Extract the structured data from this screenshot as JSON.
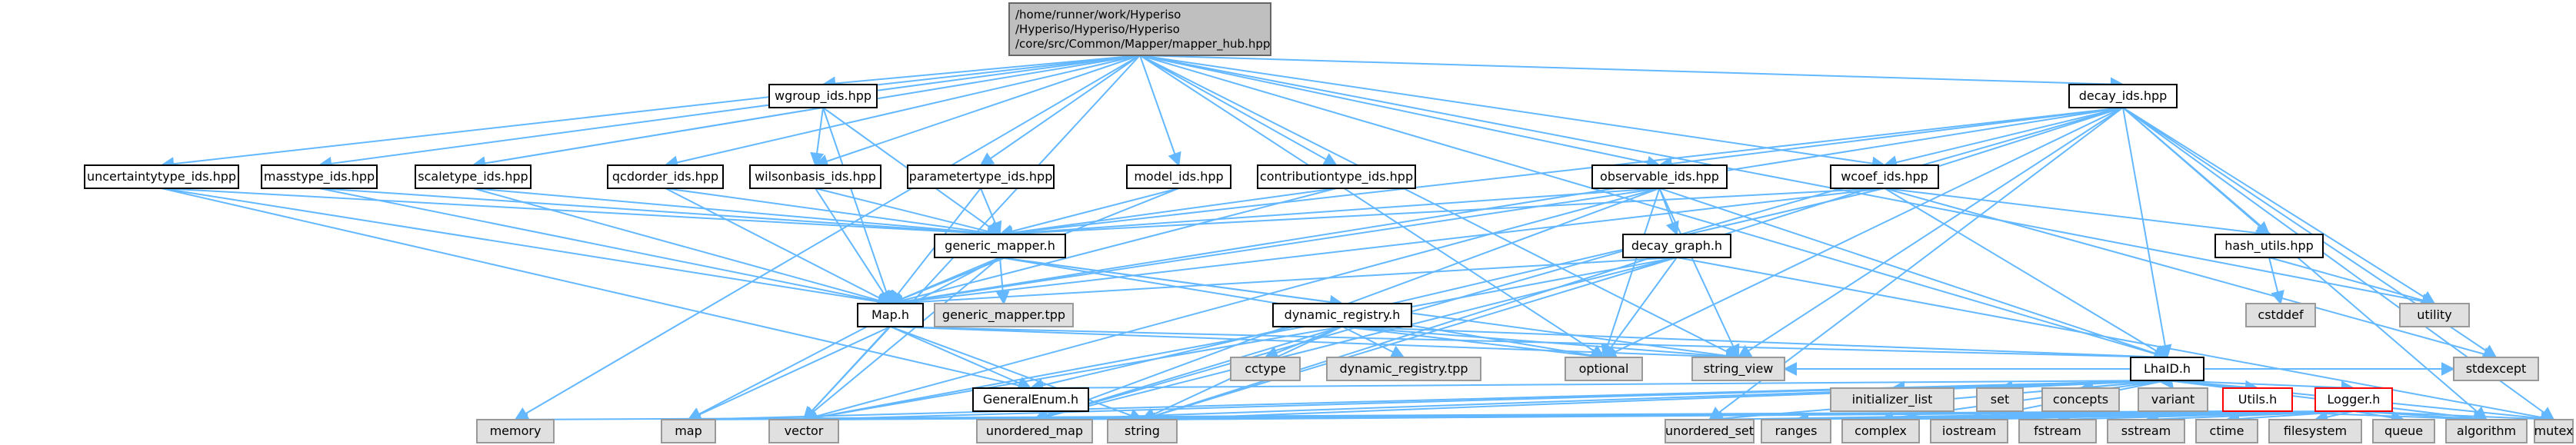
{
  "diagram": {
    "colors": {
      "edge": "#63b8ff",
      "root_fill": "#bfbfbf",
      "root_border": "#666666",
      "node_fill": "#ffffff",
      "node_border": "#000000",
      "system_fill": "#e0e0e0",
      "system_border": "#999999",
      "truncated_border": "#ff0000"
    },
    "nodes": [
      {
        "id": "mapper_hub",
        "kind": "root",
        "lines": [
          "/home/runner/work/Hyperiso",
          "/Hyperiso/Hyperiso/Hyperiso",
          "/core/src/Common/Mapper/mapper_hub.hpp"
        ]
      },
      {
        "id": "wgroup_ids",
        "kind": "file",
        "lines": [
          "wgroup_ids.hpp"
        ]
      },
      {
        "id": "decay_ids",
        "kind": "file",
        "lines": [
          "decay_ids.hpp"
        ]
      },
      {
        "id": "uncertaintytype_ids",
        "kind": "file",
        "lines": [
          "uncertaintytype_ids.hpp"
        ]
      },
      {
        "id": "masstype_ids",
        "kind": "file",
        "lines": [
          "masstype_ids.hpp"
        ]
      },
      {
        "id": "scaletype_ids",
        "kind": "file",
        "lines": [
          "scaletype_ids.hpp"
        ]
      },
      {
        "id": "qcdorder_ids",
        "kind": "file",
        "lines": [
          "qcdorder_ids.hpp"
        ]
      },
      {
        "id": "wilsonbasis_ids",
        "kind": "file",
        "lines": [
          "wilsonbasis_ids.hpp"
        ]
      },
      {
        "id": "parametertype_ids",
        "kind": "file",
        "lines": [
          "parametertype_ids.hpp"
        ]
      },
      {
        "id": "model_ids",
        "kind": "file",
        "lines": [
          "model_ids.hpp"
        ]
      },
      {
        "id": "contributiontype_ids",
        "kind": "file",
        "lines": [
          "contributiontype_ids.hpp"
        ]
      },
      {
        "id": "observable_ids",
        "kind": "file",
        "lines": [
          "observable_ids.hpp"
        ]
      },
      {
        "id": "wcoef_ids",
        "kind": "file",
        "lines": [
          "wcoef_ids.hpp"
        ]
      },
      {
        "id": "generic_mapper",
        "kind": "file",
        "lines": [
          "generic_mapper.h"
        ]
      },
      {
        "id": "decay_graph",
        "kind": "file",
        "lines": [
          "decay_graph.h"
        ]
      },
      {
        "id": "hash_utils",
        "kind": "file",
        "lines": [
          "hash_utils.hpp"
        ]
      },
      {
        "id": "Map",
        "kind": "file",
        "lines": [
          "Map.h"
        ]
      },
      {
        "id": "generic_mapper_tpp",
        "kind": "system",
        "lines": [
          "generic_mapper.tpp"
        ]
      },
      {
        "id": "dynamic_registry",
        "kind": "file",
        "lines": [
          "dynamic_registry.h"
        ]
      },
      {
        "id": "cstddef",
        "kind": "system",
        "lines": [
          "cstddef"
        ]
      },
      {
        "id": "utility",
        "kind": "system",
        "lines": [
          "utility"
        ]
      },
      {
        "id": "optional",
        "kind": "system",
        "lines": [
          "optional"
        ]
      },
      {
        "id": "string_view",
        "kind": "system",
        "lines": [
          "string_view"
        ]
      },
      {
        "id": "LhaID",
        "kind": "file",
        "lines": [
          "LhaID.h"
        ]
      },
      {
        "id": "cctype",
        "kind": "system",
        "lines": [
          "cctype"
        ]
      },
      {
        "id": "dynamic_registry_tpp",
        "kind": "system",
        "lines": [
          "dynamic_registry.tpp"
        ]
      },
      {
        "id": "GeneralEnum",
        "kind": "file",
        "lines": [
          "GeneralEnum.h"
        ]
      },
      {
        "id": "initializer_list",
        "kind": "system",
        "lines": [
          "initializer_list"
        ]
      },
      {
        "id": "set",
        "kind": "system",
        "lines": [
          "set"
        ]
      },
      {
        "id": "concepts",
        "kind": "system",
        "lines": [
          "concepts"
        ]
      },
      {
        "id": "variant",
        "kind": "system",
        "lines": [
          "variant"
        ]
      },
      {
        "id": "Utils",
        "kind": "truncated",
        "lines": [
          "Utils.h"
        ]
      },
      {
        "id": "Logger",
        "kind": "truncated",
        "lines": [
          "Logger.h"
        ]
      },
      {
        "id": "stdexcept",
        "kind": "system",
        "lines": [
          "stdexcept"
        ]
      },
      {
        "id": "memory",
        "kind": "system",
        "lines": [
          "memory"
        ]
      },
      {
        "id": "map",
        "kind": "system",
        "lines": [
          "map"
        ]
      },
      {
        "id": "vector",
        "kind": "system",
        "lines": [
          "vector"
        ]
      },
      {
        "id": "unordered_map",
        "kind": "system",
        "lines": [
          "unordered_map"
        ]
      },
      {
        "id": "string",
        "kind": "system",
        "lines": [
          "string"
        ]
      },
      {
        "id": "ranges",
        "kind": "system",
        "lines": [
          "ranges"
        ]
      },
      {
        "id": "complex",
        "kind": "system",
        "lines": [
          "complex"
        ]
      },
      {
        "id": "iostream",
        "kind": "system",
        "lines": [
          "iostream"
        ]
      },
      {
        "id": "fstream",
        "kind": "system",
        "lines": [
          "fstream"
        ]
      },
      {
        "id": "sstream",
        "kind": "system",
        "lines": [
          "sstream"
        ]
      },
      {
        "id": "ctime",
        "kind": "system",
        "lines": [
          "ctime"
        ]
      },
      {
        "id": "filesystem",
        "kind": "system",
        "lines": [
          "filesystem"
        ]
      },
      {
        "id": "queue",
        "kind": "system",
        "lines": [
          "queue"
        ]
      },
      {
        "id": "algorithm",
        "kind": "system",
        "lines": [
          "algorithm"
        ]
      },
      {
        "id": "unordered_set",
        "kind": "system",
        "lines": [
          "unordered_set"
        ]
      },
      {
        "id": "mutex",
        "kind": "system",
        "lines": [
          "mutex"
        ]
      }
    ],
    "edges": [
      [
        "mapper_hub",
        "wgroup_ids"
      ],
      [
        "mapper_hub",
        "decay_ids"
      ],
      [
        "mapper_hub",
        "uncertaintytype_ids"
      ],
      [
        "mapper_hub",
        "masstype_ids"
      ],
      [
        "mapper_hub",
        "scaletype_ids"
      ],
      [
        "mapper_hub",
        "qcdorder_ids"
      ],
      [
        "mapper_hub",
        "wilsonbasis_ids"
      ],
      [
        "mapper_hub",
        "parametertype_ids"
      ],
      [
        "mapper_hub",
        "model_ids"
      ],
      [
        "mapper_hub",
        "contributiontype_ids"
      ],
      [
        "mapper_hub",
        "observable_ids"
      ],
      [
        "mapper_hub",
        "wcoef_ids"
      ],
      [
        "mapper_hub",
        "memory"
      ],
      [
        "mapper_hub",
        "vector"
      ],
      [
        "mapper_hub",
        "optional"
      ],
      [
        "mapper_hub",
        "utility"
      ],
      [
        "mapper_hub",
        "string_view"
      ],
      [
        "mapper_hub",
        "LhaID"
      ],
      [
        "wgroup_ids",
        "scaletype_ids"
      ],
      [
        "wgroup_ids",
        "wilsonbasis_ids"
      ],
      [
        "wgroup_ids",
        "generic_mapper"
      ],
      [
        "wgroup_ids",
        "Map"
      ],
      [
        "uncertaintytype_ids",
        "generic_mapper"
      ],
      [
        "uncertaintytype_ids",
        "Map"
      ],
      [
        "uncertaintytype_ids",
        "GeneralEnum"
      ],
      [
        "masstype_ids",
        "generic_mapper"
      ],
      [
        "masstype_ids",
        "Map"
      ],
      [
        "scaletype_ids",
        "generic_mapper"
      ],
      [
        "scaletype_ids",
        "Map"
      ],
      [
        "qcdorder_ids",
        "generic_mapper"
      ],
      [
        "qcdorder_ids",
        "Map"
      ],
      [
        "wilsonbasis_ids",
        "generic_mapper"
      ],
      [
        "wilsonbasis_ids",
        "Map"
      ],
      [
        "parametertype_ids",
        "generic_mapper"
      ],
      [
        "parametertype_ids",
        "Map"
      ],
      [
        "model_ids",
        "generic_mapper"
      ],
      [
        "model_ids",
        "Map"
      ],
      [
        "contributiontype_ids",
        "generic_mapper"
      ],
      [
        "contributiontype_ids",
        "Map"
      ],
      [
        "observable_ids",
        "generic_mapper"
      ],
      [
        "observable_ids",
        "Map"
      ],
      [
        "observable_ids",
        "decay_graph"
      ],
      [
        "observable_ids",
        "optional"
      ],
      [
        "observable_ids",
        "string_view"
      ],
      [
        "observable_ids",
        "LhaID"
      ],
      [
        "observable_ids",
        "vector"
      ],
      [
        "observable_ids",
        "unordered_map"
      ],
      [
        "wcoef_ids",
        "generic_mapper"
      ],
      [
        "wcoef_ids",
        "Map"
      ],
      [
        "wcoef_ids",
        "hash_utils"
      ],
      [
        "wcoef_ids",
        "LhaID"
      ],
      [
        "wcoef_ids",
        "stdexcept"
      ],
      [
        "wcoef_ids",
        "GeneralEnum"
      ],
      [
        "decay_ids",
        "generic_mapper"
      ],
      [
        "decay_ids",
        "Map"
      ],
      [
        "decay_ids",
        "observable_ids"
      ],
      [
        "decay_ids",
        "wcoef_ids"
      ],
      [
        "decay_ids",
        "hash_utils"
      ],
      [
        "decay_ids",
        "utility"
      ],
      [
        "decay_ids",
        "optional"
      ],
      [
        "decay_ids",
        "string_view"
      ],
      [
        "decay_ids",
        "LhaID"
      ],
      [
        "decay_ids",
        "stdexcept"
      ],
      [
        "decay_ids",
        "algorithm"
      ],
      [
        "decay_ids",
        "unordered_set"
      ],
      [
        "decay_ids",
        "mutex"
      ],
      [
        "decay_ids",
        "string"
      ],
      [
        "decay_ids",
        "unordered_map"
      ],
      [
        "generic_mapper",
        "Map"
      ],
      [
        "generic_mapper",
        "generic_mapper_tpp"
      ],
      [
        "generic_mapper",
        "dynamic_registry"
      ],
      [
        "generic_mapper",
        "optional"
      ],
      [
        "generic_mapper",
        "string_view"
      ],
      [
        "generic_mapper",
        "vector"
      ],
      [
        "generic_mapper",
        "map"
      ],
      [
        "decay_graph",
        "Map"
      ],
      [
        "decay_graph",
        "optional"
      ],
      [
        "decay_graph",
        "unordered_map"
      ],
      [
        "decay_graph",
        "string"
      ],
      [
        "decay_graph",
        "vector"
      ],
      [
        "decay_graph",
        "mutex"
      ],
      [
        "hash_utils",
        "cstddef"
      ],
      [
        "hash_utils",
        "utility"
      ],
      [
        "Map",
        "GeneralEnum"
      ],
      [
        "Map",
        "LhaID"
      ],
      [
        "Map",
        "map"
      ],
      [
        "Map",
        "vector"
      ],
      [
        "Map",
        "string"
      ],
      [
        "Map",
        "string_view"
      ],
      [
        "dynamic_registry",
        "cctype"
      ],
      [
        "dynamic_registry",
        "dynamic_registry_tpp"
      ],
      [
        "dynamic_registry",
        "optional"
      ],
      [
        "dynamic_registry",
        "string_view"
      ],
      [
        "dynamic_registry",
        "vector"
      ],
      [
        "dynamic_registry",
        "string"
      ],
      [
        "dynamic_registry",
        "unordered_map"
      ],
      [
        "dynamic_registry",
        "LhaID"
      ],
      [
        "LhaID",
        "GeneralEnum"
      ],
      [
        "LhaID",
        "initializer_list"
      ],
      [
        "LhaID",
        "set"
      ],
      [
        "LhaID",
        "concepts"
      ],
      [
        "LhaID",
        "variant"
      ],
      [
        "LhaID",
        "Utils"
      ],
      [
        "LhaID",
        "Logger"
      ],
      [
        "LhaID",
        "stdexcept"
      ],
      [
        "LhaID",
        "map"
      ],
      [
        "LhaID",
        "vector"
      ],
      [
        "LhaID",
        "string"
      ],
      [
        "LhaID",
        "unordered_map"
      ],
      [
        "LhaID",
        "complex"
      ],
      [
        "LhaID",
        "iostream"
      ],
      [
        "LhaID",
        "algorithm"
      ],
      [
        "LhaID",
        "unordered_set"
      ],
      [
        "LhaID",
        "mutex"
      ],
      [
        "LhaID",
        "string_view"
      ],
      [
        "Utils",
        "memory"
      ],
      [
        "Utils",
        "map"
      ],
      [
        "Utils",
        "vector"
      ],
      [
        "Utils",
        "unordered_map"
      ],
      [
        "Utils",
        "string"
      ],
      [
        "Utils",
        "ranges"
      ],
      [
        "Utils",
        "complex"
      ],
      [
        "Utils",
        "iostream"
      ],
      [
        "Utils",
        "algorithm"
      ],
      [
        "Utils",
        "unordered_set"
      ],
      [
        "Logger",
        "vector"
      ],
      [
        "Logger",
        "string"
      ],
      [
        "Logger",
        "complex"
      ],
      [
        "Logger",
        "iostream"
      ],
      [
        "Logger",
        "fstream"
      ],
      [
        "Logger",
        "sstream"
      ],
      [
        "Logger",
        "ctime"
      ],
      [
        "Logger",
        "filesystem"
      ],
      [
        "Logger",
        "queue"
      ],
      [
        "Logger",
        "algorithm"
      ],
      [
        "Logger",
        "unordered_set"
      ],
      [
        "Logger",
        "mutex"
      ]
    ]
  }
}
